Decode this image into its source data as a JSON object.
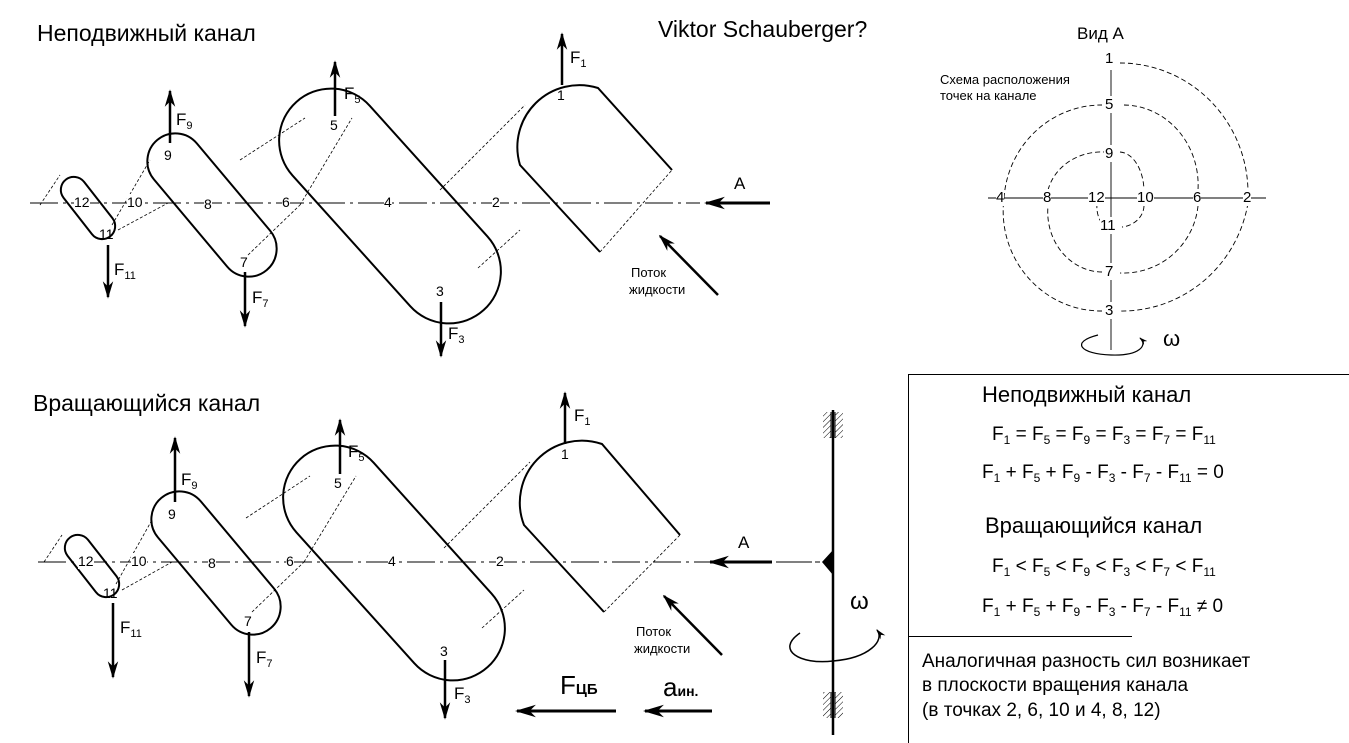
{
  "header": {
    "title": "Viktor Schauberger?",
    "fixed_channel_title": "Неподвижный канал",
    "rotating_channel_title": "Вращающийся канал"
  },
  "view_a": {
    "title": "Вид А",
    "caption_line1": "Схема расположения",
    "caption_line2": "точек на канале",
    "vertical_points": [
      "1",
      "5",
      "9",
      "11",
      "7",
      "3"
    ],
    "horizontal_points": [
      "4",
      "8",
      "12",
      "10",
      "6",
      "2"
    ],
    "omega": "ω"
  },
  "channel_points": [
    "1",
    "2",
    "3",
    "4",
    "5",
    "6",
    "7",
    "8",
    "9",
    "10",
    "11",
    "12"
  ],
  "forces": {
    "F1": {
      "base": "F",
      "sub": "1",
      "dir": "up"
    },
    "F5": {
      "base": "F",
      "sub": "5",
      "dir": "up"
    },
    "F9": {
      "base": "F",
      "sub": "9",
      "dir": "up"
    },
    "F3": {
      "base": "F",
      "sub": "3",
      "dir": "down"
    },
    "F7": {
      "base": "F",
      "sub": "7",
      "dir": "down"
    },
    "F11": {
      "base": "F",
      "sub": "11",
      "dir": "down"
    }
  },
  "labels": {
    "view_arrow": "А",
    "flow_line1": "Поток",
    "flow_line2": "жидкости",
    "f_cb_base": "F",
    "f_cb_sub": "ЦБ",
    "a_in_base": "a",
    "a_in_sub": "ин.",
    "omega": "ω"
  },
  "summary": {
    "fixed": {
      "heading": "Неподвижный канал",
      "eq1": [
        [
          "F",
          "1"
        ],
        "= ",
        [
          "F",
          "5"
        ],
        "= ",
        [
          "F",
          "9"
        ],
        "= ",
        [
          "F",
          "3"
        ],
        "= ",
        [
          "F",
          "7"
        ],
        "= ",
        [
          "F",
          "11"
        ]
      ],
      "eq2": [
        [
          "F",
          "1"
        ],
        "+ ",
        [
          "F",
          "5"
        ],
        "+ ",
        [
          "F",
          "9"
        ],
        "- ",
        [
          "F",
          "3"
        ],
        "- ",
        [
          "F",
          "7"
        ],
        "- ",
        [
          "F",
          "11"
        ],
        "= 0"
      ]
    },
    "rotating": {
      "heading": "Вращающийся канал",
      "eq1": [
        [
          "F",
          "1"
        ],
        "< ",
        [
          "F",
          "5"
        ],
        "< ",
        [
          "F",
          "9"
        ],
        "< ",
        [
          "F",
          "3"
        ],
        "< ",
        [
          "F",
          "7"
        ],
        "< ",
        [
          "F",
          "11"
        ]
      ],
      "eq2": [
        [
          "F",
          "1"
        ],
        "+ ",
        [
          "F",
          "5"
        ],
        "+ ",
        [
          "F",
          "9"
        ],
        "- ",
        [
          "F",
          "3"
        ],
        "- ",
        [
          "F",
          "7"
        ],
        "- ",
        [
          "F",
          "11"
        ],
        "≠ 0"
      ]
    },
    "note_line1": "Аналогичная разность сил возникает",
    "note_line2": "в плоскости вращения канала",
    "note_line3": "(в точках 2, 6, 10 и 4, 8, 12)"
  }
}
